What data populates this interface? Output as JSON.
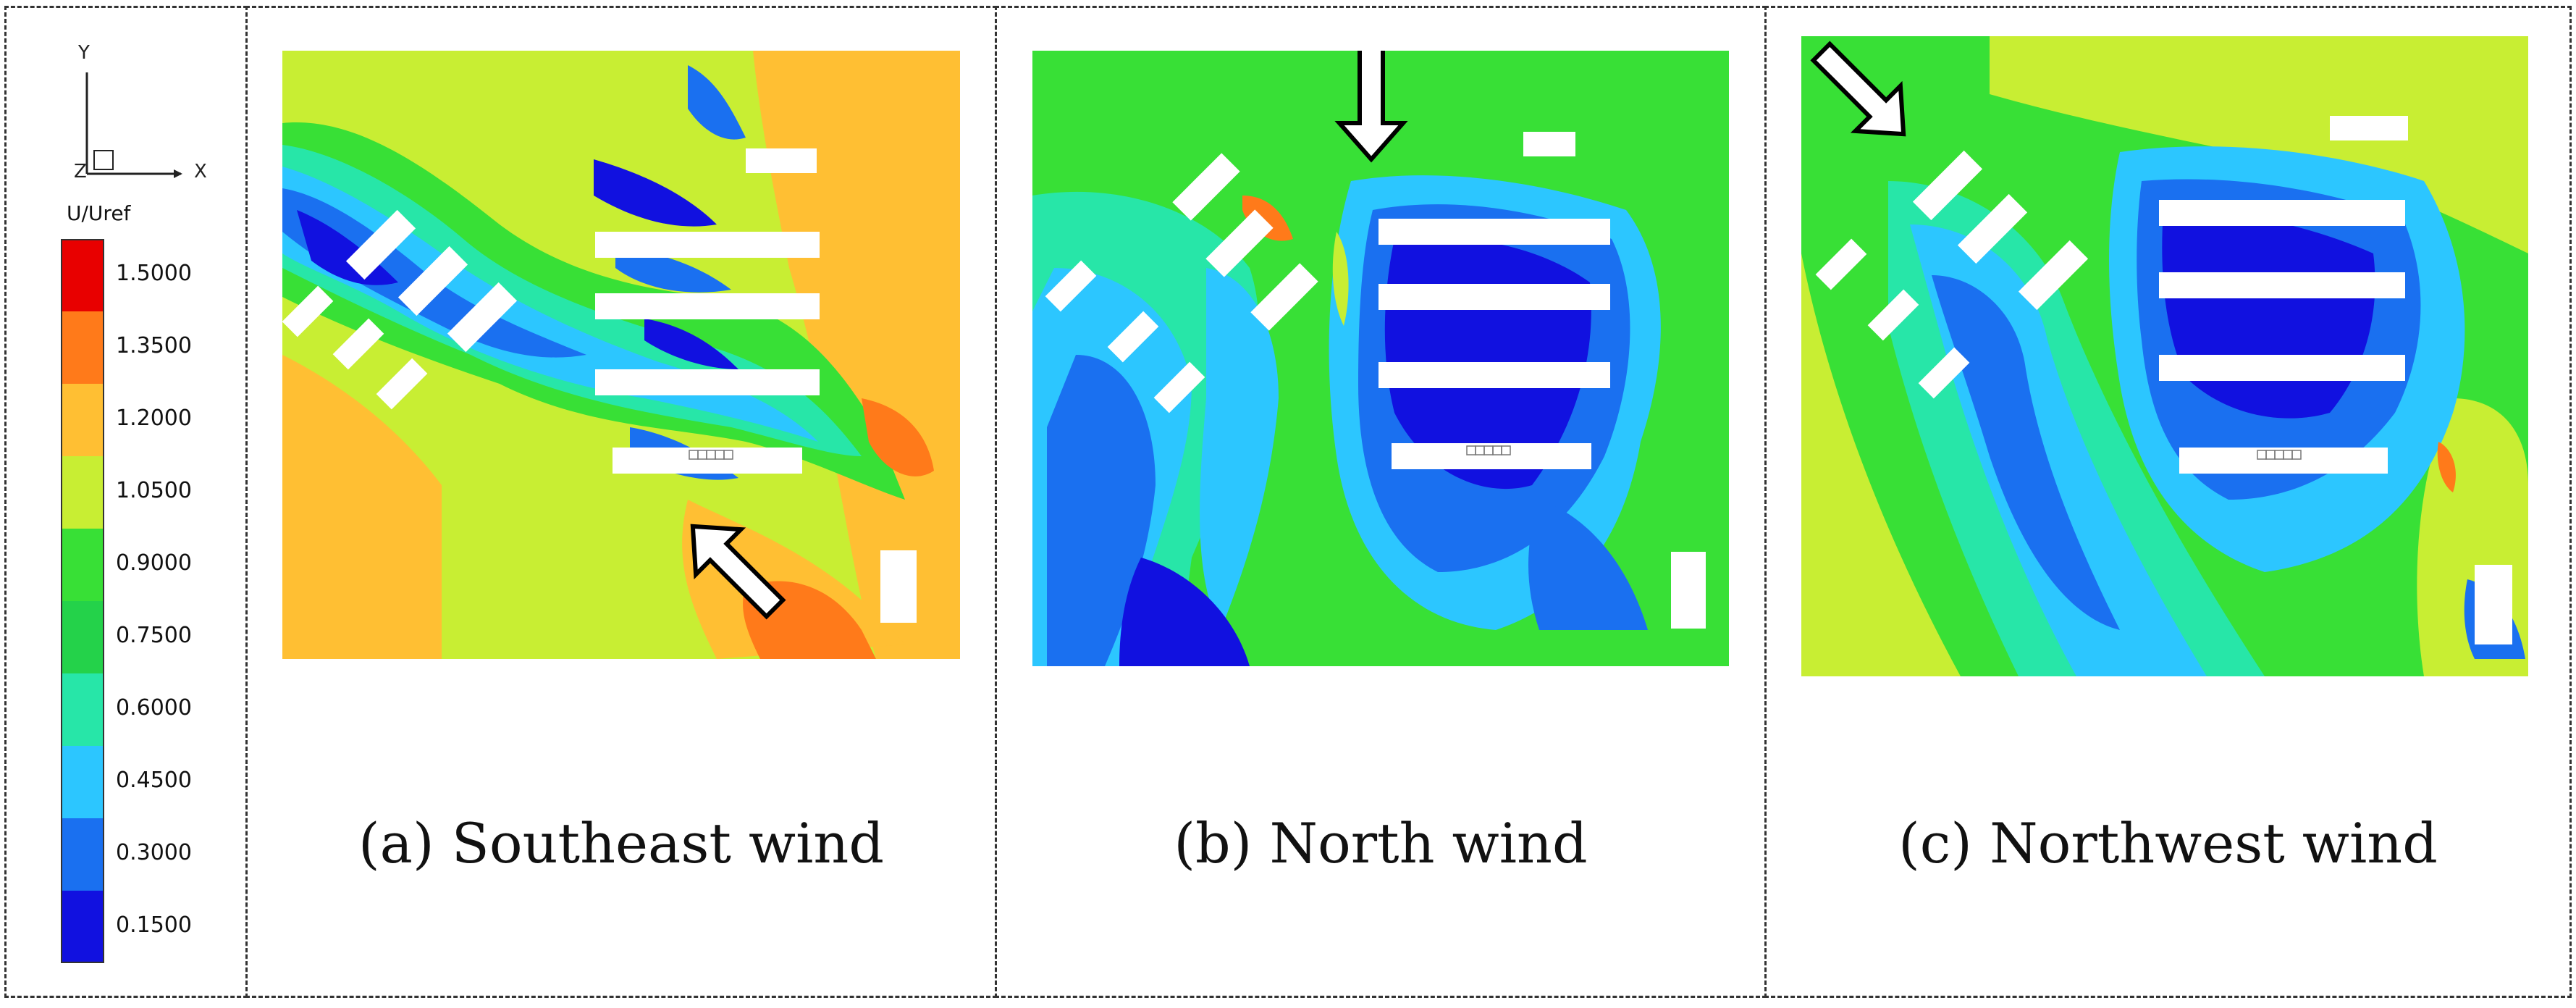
{
  "legend": {
    "title": "U/Uref",
    "levels": [
      "1.5000",
      "1.3500",
      "1.2000",
      "1.0500",
      "0.9000",
      "0.7500",
      "0.6000",
      "0.4500",
      "0.3000",
      "0.1500"
    ],
    "colors": [
      "#e80000",
      "#ff7a1a",
      "#ffbf33",
      "#c8ee33",
      "#38e036",
      "#24d24a",
      "#27e6a8",
      "#2cc6ff",
      "#1a70f0",
      "#1111e0"
    ]
  },
  "axes": {
    "y": "Y",
    "x": "X",
    "z": "Z"
  },
  "panels": [
    {
      "caption": "(a) Southeast wind",
      "wind_arrow": "arrow-northwest-icon"
    },
    {
      "caption": "(b) North wind",
      "wind_arrow": "arrow-down-icon"
    },
    {
      "caption": "(c) Northwest wind",
      "wind_arrow": "arrow-southeast-icon"
    }
  ]
}
